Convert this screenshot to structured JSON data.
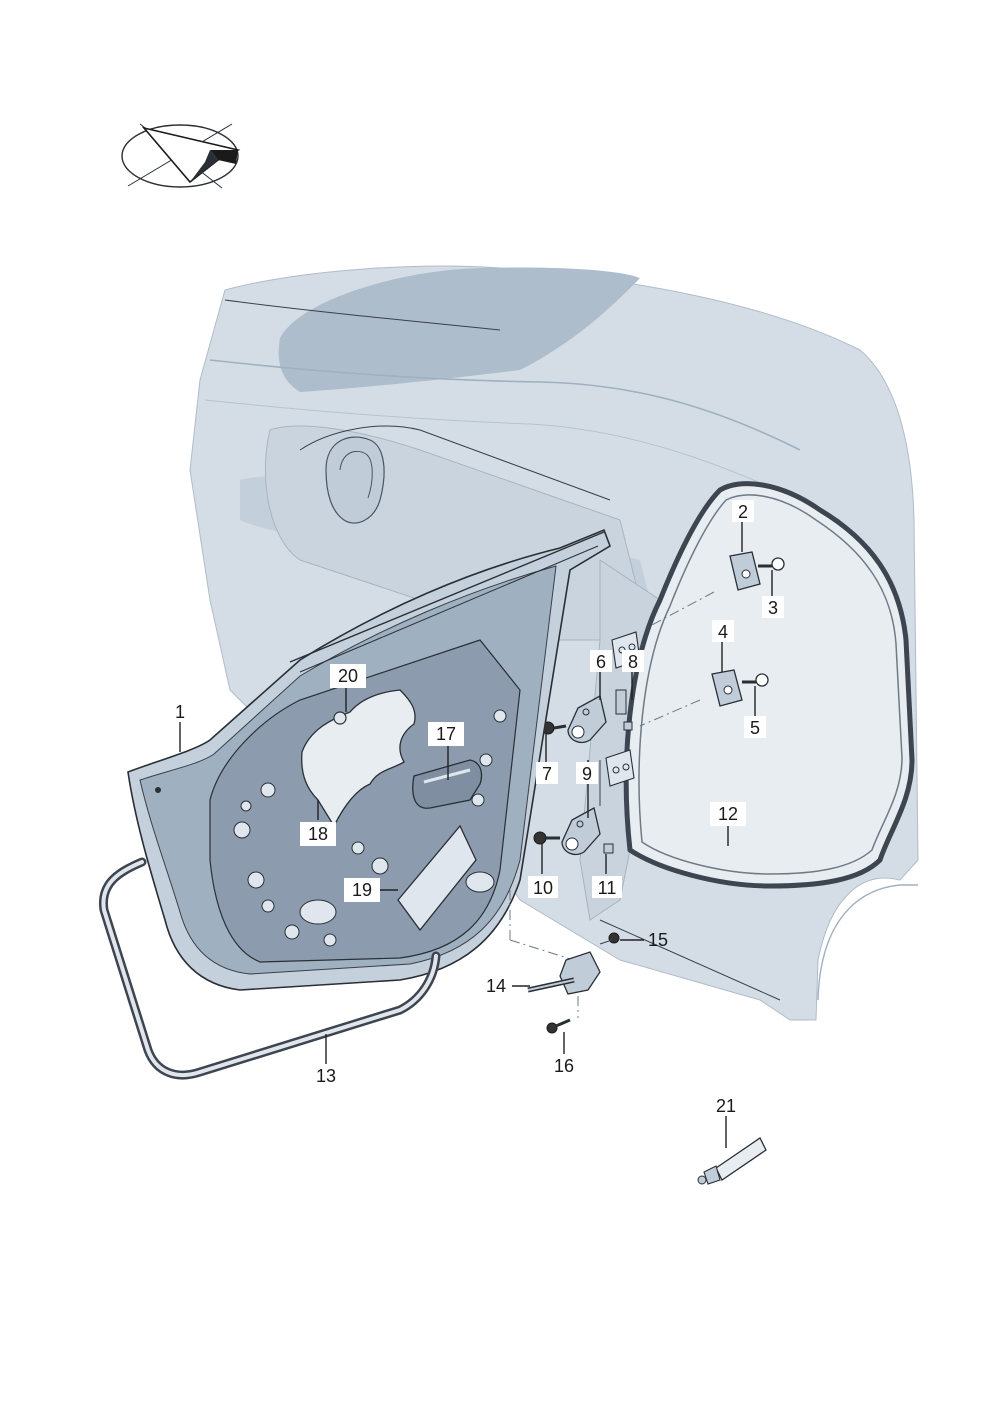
{
  "callouts": [
    {
      "id": "1",
      "label": "1"
    },
    {
      "id": "2",
      "label": "2"
    },
    {
      "id": "3",
      "label": "3"
    },
    {
      "id": "4",
      "label": "4"
    },
    {
      "id": "5",
      "label": "5"
    },
    {
      "id": "6",
      "label": "6"
    },
    {
      "id": "7",
      "label": "7"
    },
    {
      "id": "8",
      "label": "8"
    },
    {
      "id": "9",
      "label": "9"
    },
    {
      "id": "10",
      "label": "10"
    },
    {
      "id": "11",
      "label": "11"
    },
    {
      "id": "12",
      "label": "12"
    },
    {
      "id": "13",
      "label": "13"
    },
    {
      "id": "14",
      "label": "14"
    },
    {
      "id": "15",
      "label": "15"
    },
    {
      "id": "16",
      "label": "16"
    },
    {
      "id": "17",
      "label": "17"
    },
    {
      "id": "18",
      "label": "18"
    },
    {
      "id": "19",
      "label": "19"
    },
    {
      "id": "20",
      "label": "20"
    },
    {
      "id": "21",
      "label": "21"
    }
  ],
  "colors": {
    "body_fill": "#d4dde6",
    "body_shadow": "#b5c3d1",
    "glass": "#aebdcc",
    "door_fill": "#c4d0dc",
    "door_dark": "#8c9cae",
    "seal": "#3d4650",
    "ink": "#1a1a1a"
  },
  "icons": {
    "orientation": "view-direction-arrow-icon"
  }
}
